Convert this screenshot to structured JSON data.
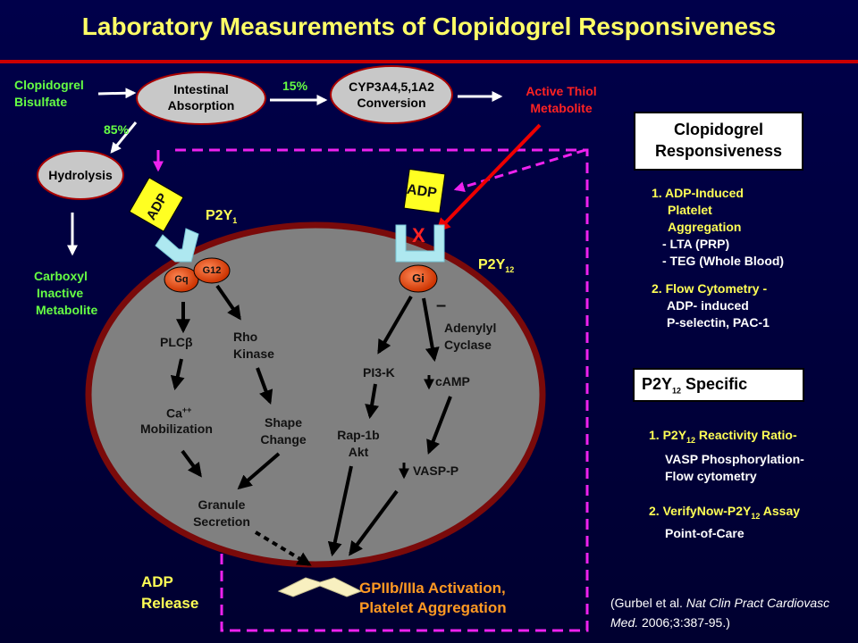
{
  "title": "Laboratory Measurements of  Clopidogrel Responsiveness",
  "pathway": {
    "prodrug": [
      "Clopidogrel",
      "Bisulfate"
    ],
    "intestinal": [
      "Intestinal",
      "Absorption"
    ],
    "pct_15": "15%",
    "pct_85": "85%",
    "cyp": [
      "CYP3A4,5,1A2",
      "Conversion"
    ],
    "active": [
      "Active Thiol",
      "Metabolite"
    ],
    "hydrolysis": "Hydrolysis",
    "inactive": [
      "Carboxyl",
      "Inactive",
      "Metabolite"
    ]
  },
  "platelet": {
    "adp_left": "ADP",
    "adp_right": "ADP",
    "p2y1": "P2Y",
    "p2y1_sub": "1",
    "p2y12": "P2Y",
    "p2y12_sub": "12",
    "gq": "Gq",
    "g12": "G12",
    "gi": "Gi",
    "block": "X",
    "minus": "–",
    "plc": "PLC",
    "plc_beta": "β",
    "rho": [
      "Rho",
      "Kinase"
    ],
    "ca": "Ca",
    "ca_sup": "++",
    "mobilization": "Mobilization",
    "shape": [
      "Shape",
      "Change"
    ],
    "granule": [
      "Granule",
      "Secretion"
    ],
    "pi3k": "PI3-K",
    "adenylyl": [
      "Adenylyl",
      "Cyclase"
    ],
    "camp": "cAMP",
    "rap": [
      "Rap-1b",
      "Akt"
    ],
    "vasp": "VASP-P",
    "adp_release": [
      "ADP",
      "Release"
    ],
    "gpiib": [
      "GPIIb/IIIa Activation,",
      "Platelet Aggregation"
    ]
  },
  "responsiveness": {
    "box": [
      "Clopidogrel",
      "Responsiveness"
    ],
    "item1_head": [
      "1. ADP-Induced",
      "Platelet",
      "Aggregation"
    ],
    "item1_subs": [
      "- LTA (PRP)",
      "- TEG (Whole Blood)"
    ],
    "item2_head": "2. Flow Cytometry -",
    "item2_subs": [
      "ADP- induced",
      "P-selectin, PAC-1"
    ]
  },
  "specific": {
    "box_pre": "P2Y",
    "box_sub": "12",
    "box_post": " Specific",
    "item1_pre": "1.  P2Y",
    "item1_sub": "12",
    "item1_post": " Reactivity Ratio-",
    "item1_subs": [
      "VASP Phosphorylation-",
      "Flow cytometry"
    ],
    "item2_pre": "2. VerifyNow-P2Y",
    "item2_sub": "12",
    "item2_post": " Assay",
    "item2_sub_line": "Point-of-Care"
  },
  "citation": {
    "pre": "(Gurbel et al. ",
    "journal": "Nat Clin Pract Cardiovasc Med.",
    "post": " 2006;3:387-95.)"
  },
  "colors": {
    "background": "#000040",
    "title": "#ffff66",
    "accent_red": "#cc0000",
    "green": "#66ff44",
    "magenta": "#ee22ee",
    "platelet": "#808080",
    "platelet_rim": "#7a0a0a"
  }
}
